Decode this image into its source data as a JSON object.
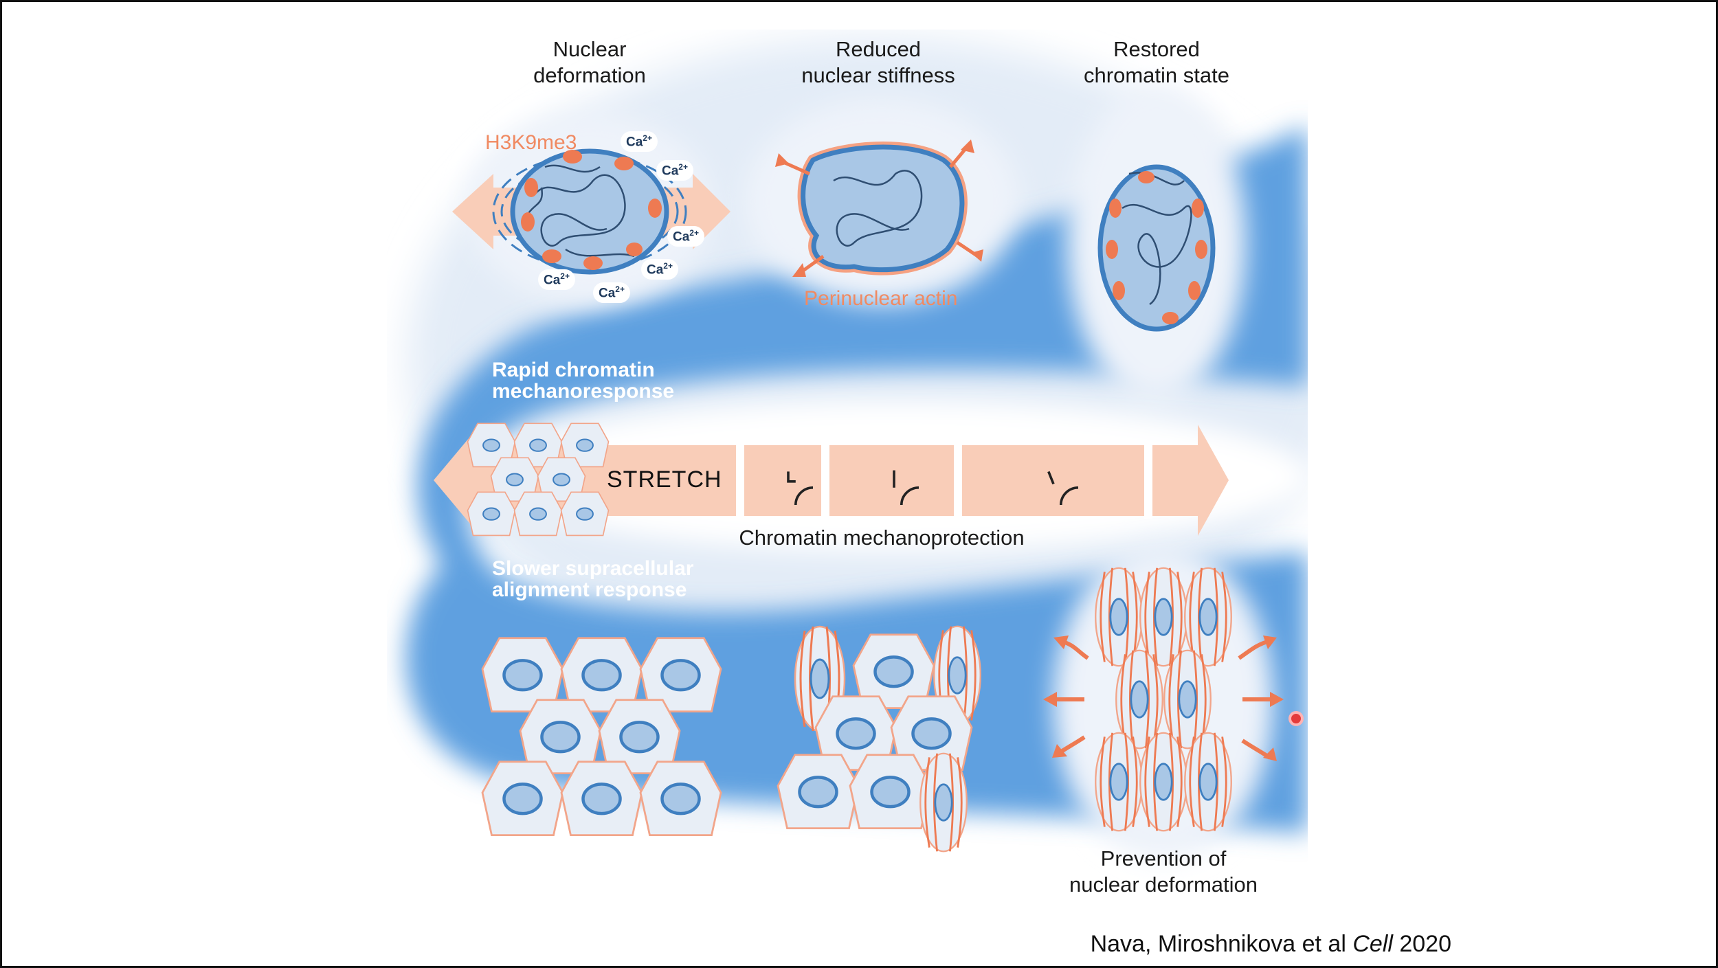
{
  "labels": {
    "nuclear_deformation": "Nuclear\ndeformation",
    "reduced_stiffness": "Reduced\nnuclear stiffness",
    "restored_chromatin": "Restored\nchromatin state",
    "h3k9me3": "H3K9me3",
    "perinuclear_actin": "Perinuclear actin",
    "rapid_response": "Rapid chromatin\nmechanoresponse",
    "stretch": "STRETCH",
    "mechanoprotection": "Chromatin mechanoprotection",
    "slower_response": "Slower supracellular\nalignment response",
    "prevention": "Prevention of\nnuclear deformation"
  },
  "ion": {
    "base": "Ca",
    "charge": "2+"
  },
  "citation": {
    "authors": "Nava, Miroshnikova et al ",
    "journal": "Cell",
    "year": " 2020"
  },
  "colors": {
    "band_blue": "#5fa0e0",
    "nucleus_fill": "#a9c7e6",
    "nucleus_edge": "#3f7fc0",
    "accent_orange": "#f08a62",
    "arrow_peach": "#f9cdb8"
  },
  "icons": [
    "clock-icon",
    "clock-icon",
    "clock-icon"
  ]
}
